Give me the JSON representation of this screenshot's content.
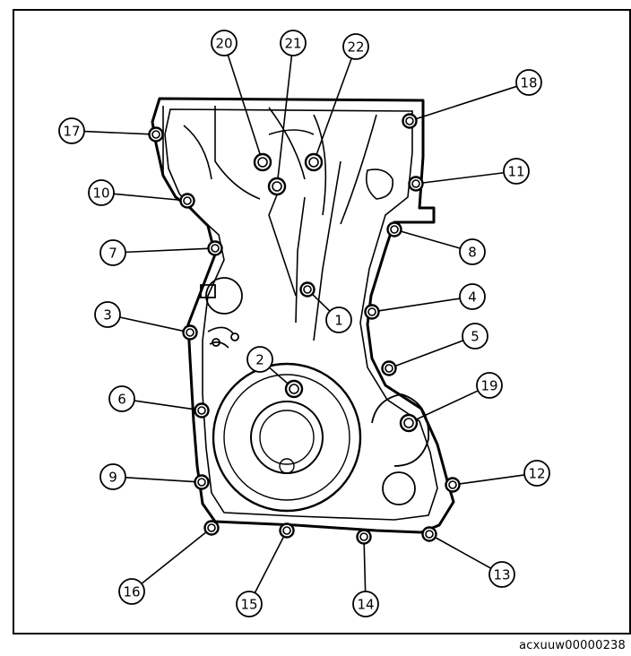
{
  "figure_id": "acxuuw00000238",
  "callouts": [
    "1",
    "2",
    "3",
    "4",
    "5",
    "6",
    "7",
    "8",
    "9",
    "10",
    "11",
    "12",
    "13",
    "14",
    "15",
    "16",
    "17",
    "18",
    "19",
    "20",
    "21",
    "22"
  ]
}
